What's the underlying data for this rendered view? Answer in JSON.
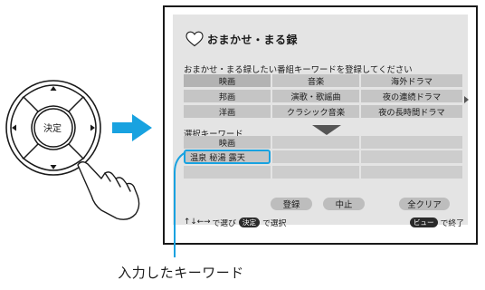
{
  "remote": {
    "center_label": "決定"
  },
  "screen": {
    "title": "おまかせ・まる録",
    "instruction": "おまかせ・まる録したい番組キーワードを登録してください",
    "keyword_rows": [
      [
        "映画",
        "音楽",
        "海外ドラマ"
      ],
      [
        "邦画",
        "演歌・歌謡曲",
        "夜の連続ドラマ"
      ],
      [
        "洋画",
        "クラシック音楽",
        "夜の長時間ドラマ"
      ]
    ],
    "selected_section_label": "選択キーワード",
    "selected_rows": [
      [
        "映画",
        "",
        ""
      ],
      [
        "温泉 秘湯 露天",
        "",
        ""
      ],
      [
        "",
        "",
        ""
      ]
    ],
    "buttons": {
      "register": "登録",
      "cancel": "中止",
      "clear_all": "全クリア"
    },
    "footer": {
      "arrows": "↑↓←→",
      "select_prefix": "で選び",
      "enter_key": "決定",
      "select_suffix": "で選択",
      "view_key": "ビュー",
      "exit": "で終了"
    }
  },
  "annotation": "入力したキーワード",
  "colors": {
    "highlight": "#18a2e0",
    "cell": "#c5c5c5",
    "panel": "#e4e4e4"
  }
}
